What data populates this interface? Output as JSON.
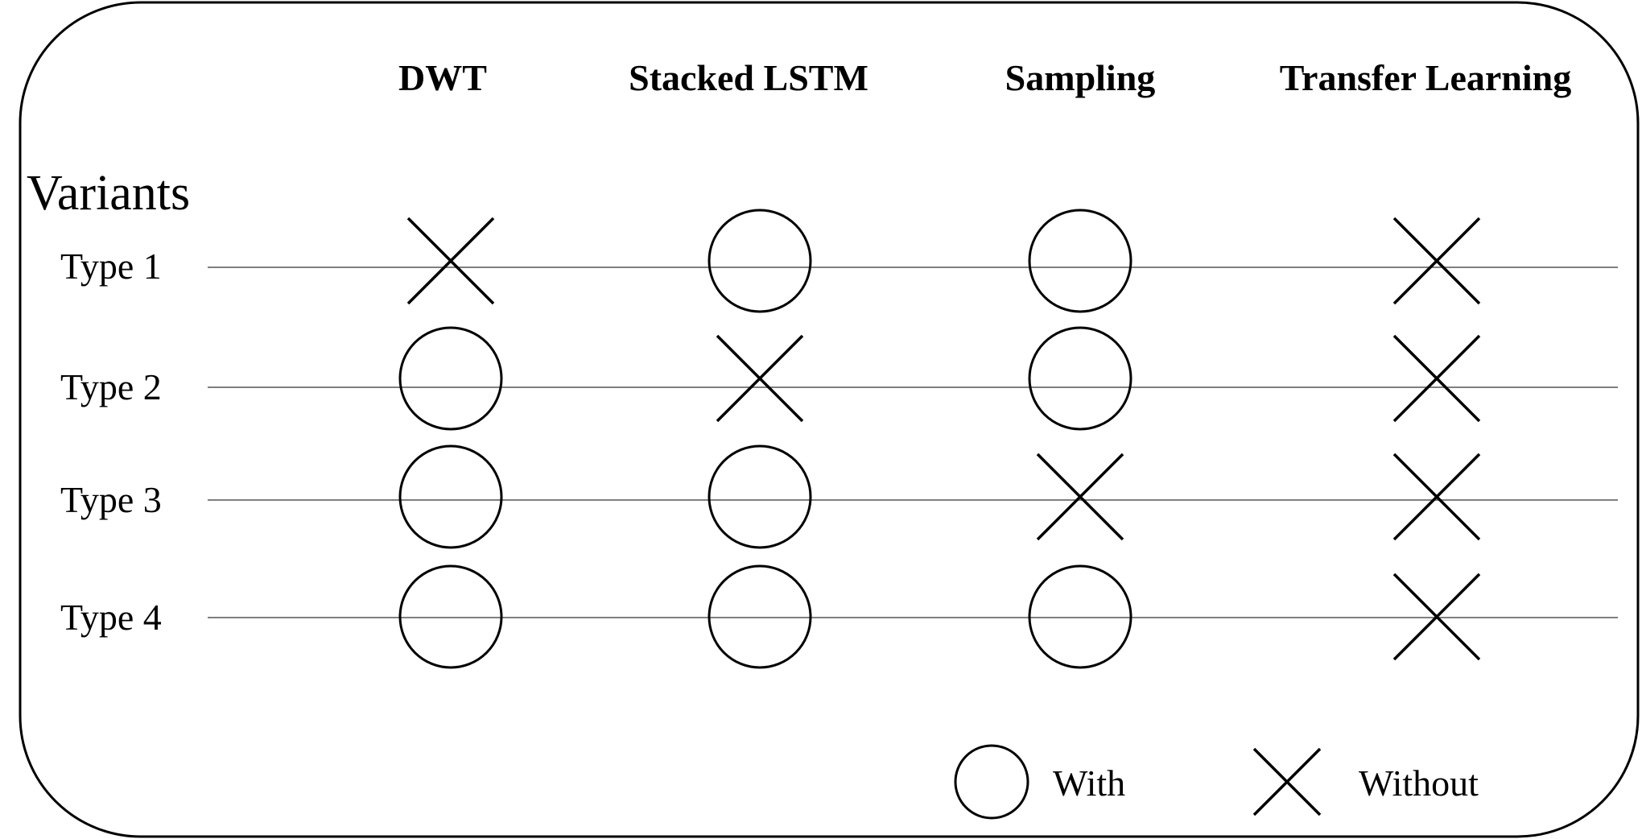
{
  "title": "Variants",
  "columns": [
    "DWT",
    "Stacked LSTM",
    "Sampling",
    "Transfer Learning"
  ],
  "rows": [
    {
      "label": "Type 1",
      "values": [
        "without",
        "with",
        "with",
        "without"
      ]
    },
    {
      "label": "Type 2",
      "values": [
        "with",
        "without",
        "with",
        "without"
      ]
    },
    {
      "label": "Type 3",
      "values": [
        "with",
        "with",
        "without",
        "without"
      ]
    },
    {
      "label": "Type 4",
      "values": [
        "with",
        "with",
        "with",
        "without"
      ]
    }
  ],
  "legend": {
    "with": "With",
    "without": "Without"
  },
  "icons": {
    "with": "circle-icon",
    "without": "cross-icon"
  },
  "colors": {
    "stroke": "#000000",
    "row_line": "#7f7f7f",
    "background": "#ffffff"
  }
}
